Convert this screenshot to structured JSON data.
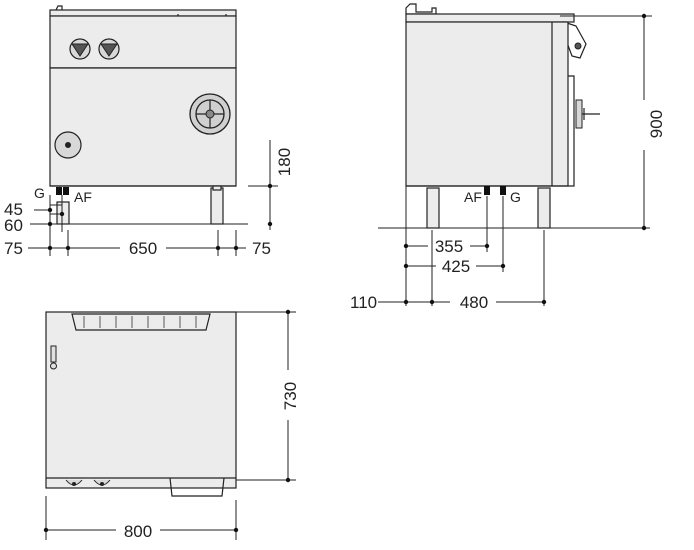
{
  "front_view": {
    "dims": {
      "width_left_offset": "75",
      "width_main": "650",
      "width_right_offset": "75",
      "height_g": "45",
      "height_af": "60",
      "height_feet": "180"
    },
    "labels": {
      "g": "G",
      "af": "AF"
    }
  },
  "side_view": {
    "dims": {
      "height_total": "900",
      "af_offset": "355",
      "g_offset": "425",
      "front_offset": "110",
      "feet_span": "480"
    },
    "labels": {
      "af": "AF",
      "g": "G"
    }
  },
  "top_view": {
    "dims": {
      "depth": "730",
      "width": "800"
    }
  }
}
